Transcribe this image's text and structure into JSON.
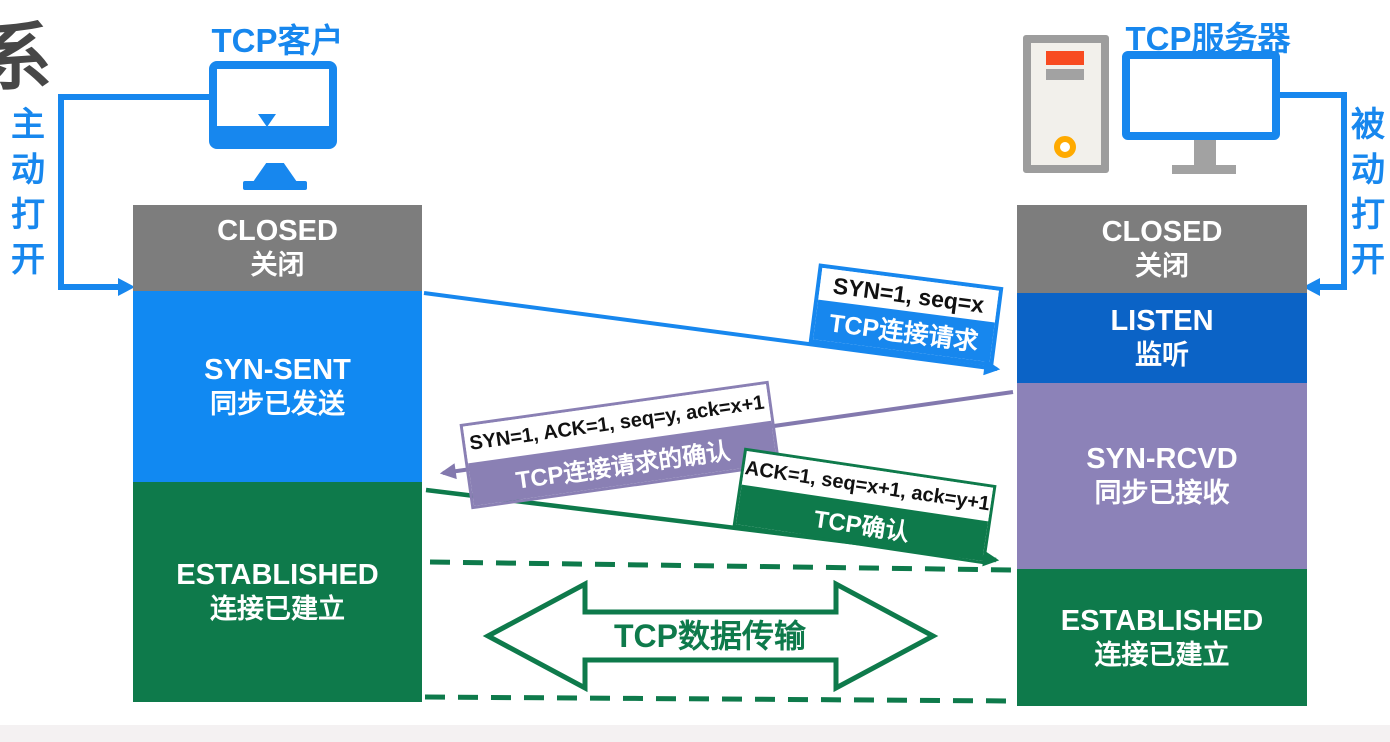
{
  "corner_text": "系",
  "client": {
    "title": "TCP客户",
    "side_label": "主动打开",
    "side_label_chars": [
      "主",
      "动",
      "打",
      "开"
    ],
    "states": [
      {
        "en": "CLOSED",
        "zh": "关闭",
        "color": "#7d7d7d"
      },
      {
        "en": "SYN-SENT",
        "zh": "同步已发送",
        "color": "#1189f2"
      },
      {
        "en": "ESTABLISHED",
        "zh": "连接已建立",
        "color": "#0e7a4b"
      }
    ]
  },
  "server": {
    "title": "TCP服务器",
    "side_label": "被动打开",
    "side_label_chars": [
      "被",
      "动",
      "打",
      "开"
    ],
    "states": [
      {
        "en": "CLOSED",
        "zh": "关闭",
        "color": "#7d7d7d"
      },
      {
        "en": "LISTEN",
        "zh": "监听",
        "color": "#0b63c6"
      },
      {
        "en": "SYN-RCVD",
        "zh": "同步已接收",
        "color": "#8c82b8"
      },
      {
        "en": "ESTABLISHED",
        "zh": "连接已建立",
        "color": "#0e7a4b"
      }
    ]
  },
  "messages": [
    {
      "params": "SYN=1, seq=x",
      "label": "TCP连接请求",
      "direction": "client-to-server",
      "color": "#1787ee"
    },
    {
      "params": "SYN=1, ACK=1, seq=y, ack=x+1",
      "label": "TCP连接请求的确认",
      "direction": "server-to-client",
      "color": "#8a80b4"
    },
    {
      "params": "ACK=1, seq=x+1, ack=y+1",
      "label": "TCP确认",
      "direction": "client-to-server",
      "color": "#0e7a4b"
    }
  ],
  "data_transfer": {
    "label": "TCP数据传输",
    "color": "#0e7a4b"
  },
  "icons": {
    "client": "monitor-icon",
    "server": "tower-and-monitor-icon"
  }
}
